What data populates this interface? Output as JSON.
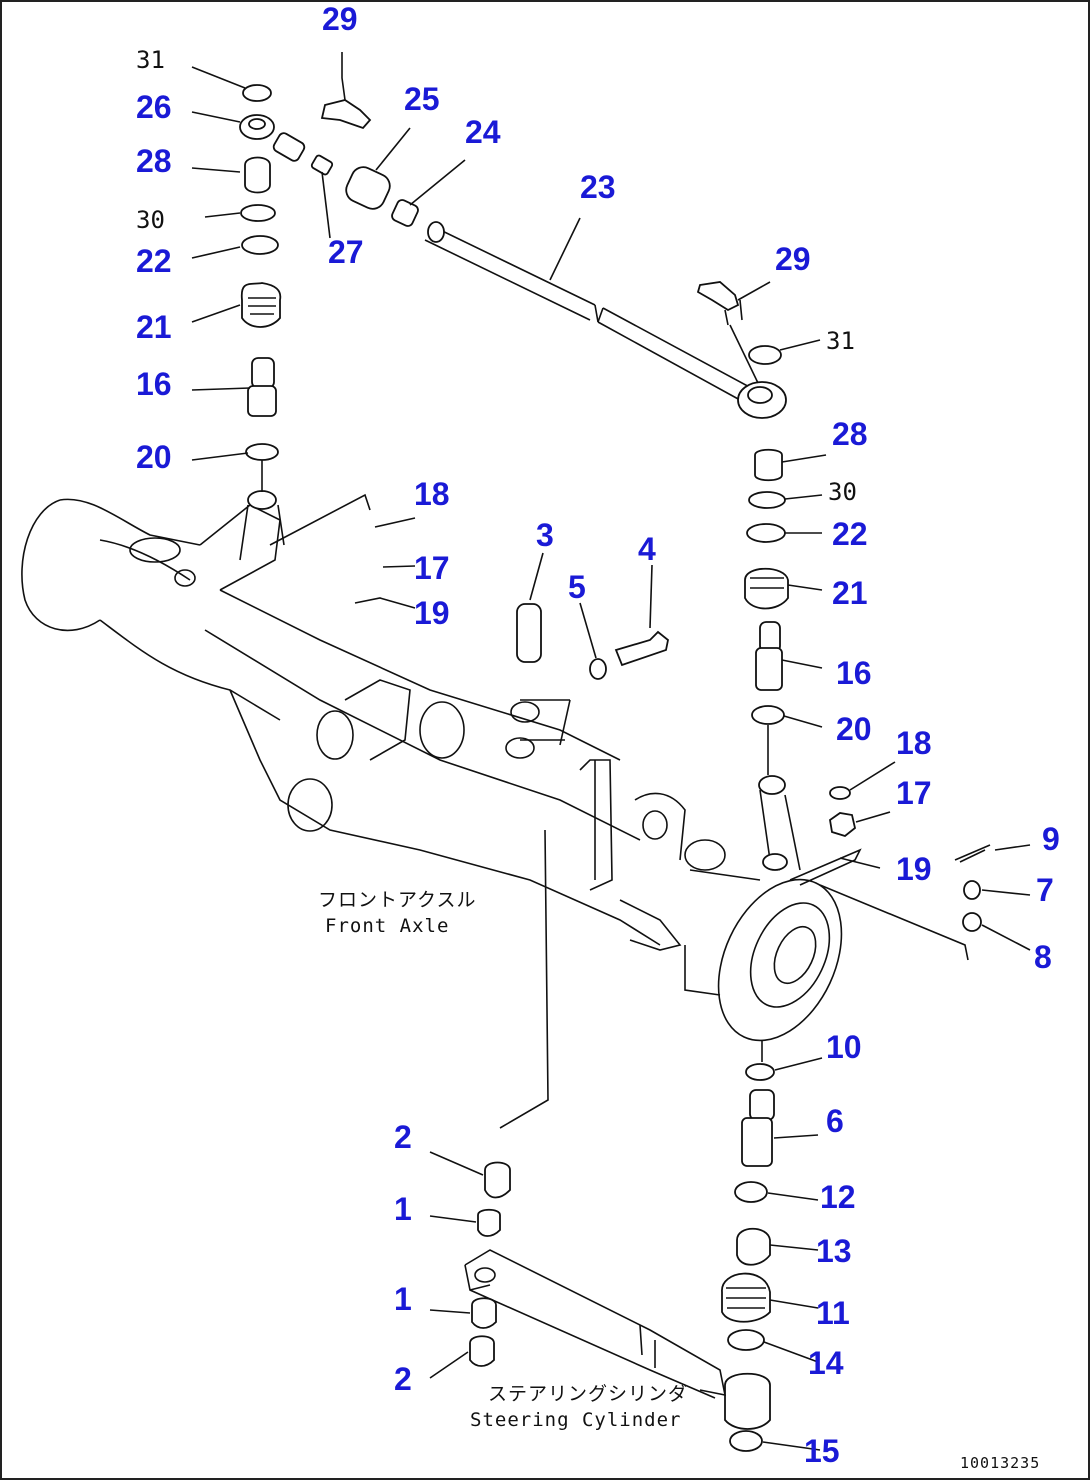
{
  "drawing": {
    "front_axle_label_jp": "フロントアクスル",
    "front_axle_label_en": "Front Axle",
    "steering_cylinder_label_jp": "ステアリングシリンダ",
    "steering_cylinder_label_en": "Steering Cylinder",
    "document_id": "10013235"
  },
  "callouts": {
    "n29a": "29",
    "n31a": "31",
    "n26": "26",
    "n28a": "28",
    "n30a": "30",
    "n22a": "22",
    "n21a": "21",
    "n16a": "16",
    "n20a": "20",
    "n27": "27",
    "n25": "25",
    "n24": "24",
    "n23": "23",
    "n29b": "29",
    "n31b": "31",
    "n28b": "28",
    "n30b": "30",
    "n22b": "22",
    "n21b": "21",
    "n16b": "16",
    "n20b": "20",
    "n18a": "18",
    "n17a": "17",
    "n19a": "19",
    "n3": "3",
    "n4": "4",
    "n5": "5",
    "n18b": "18",
    "n17b": "17",
    "n19b": "19",
    "n9": "9",
    "n7": "7",
    "n8": "8",
    "n10": "10",
    "n6": "6",
    "n2a": "2",
    "n1a": "1",
    "n12": "12",
    "n13": "13",
    "n1b": "1",
    "n11": "11",
    "n2b": "2",
    "n14": "14",
    "n15": "15"
  }
}
